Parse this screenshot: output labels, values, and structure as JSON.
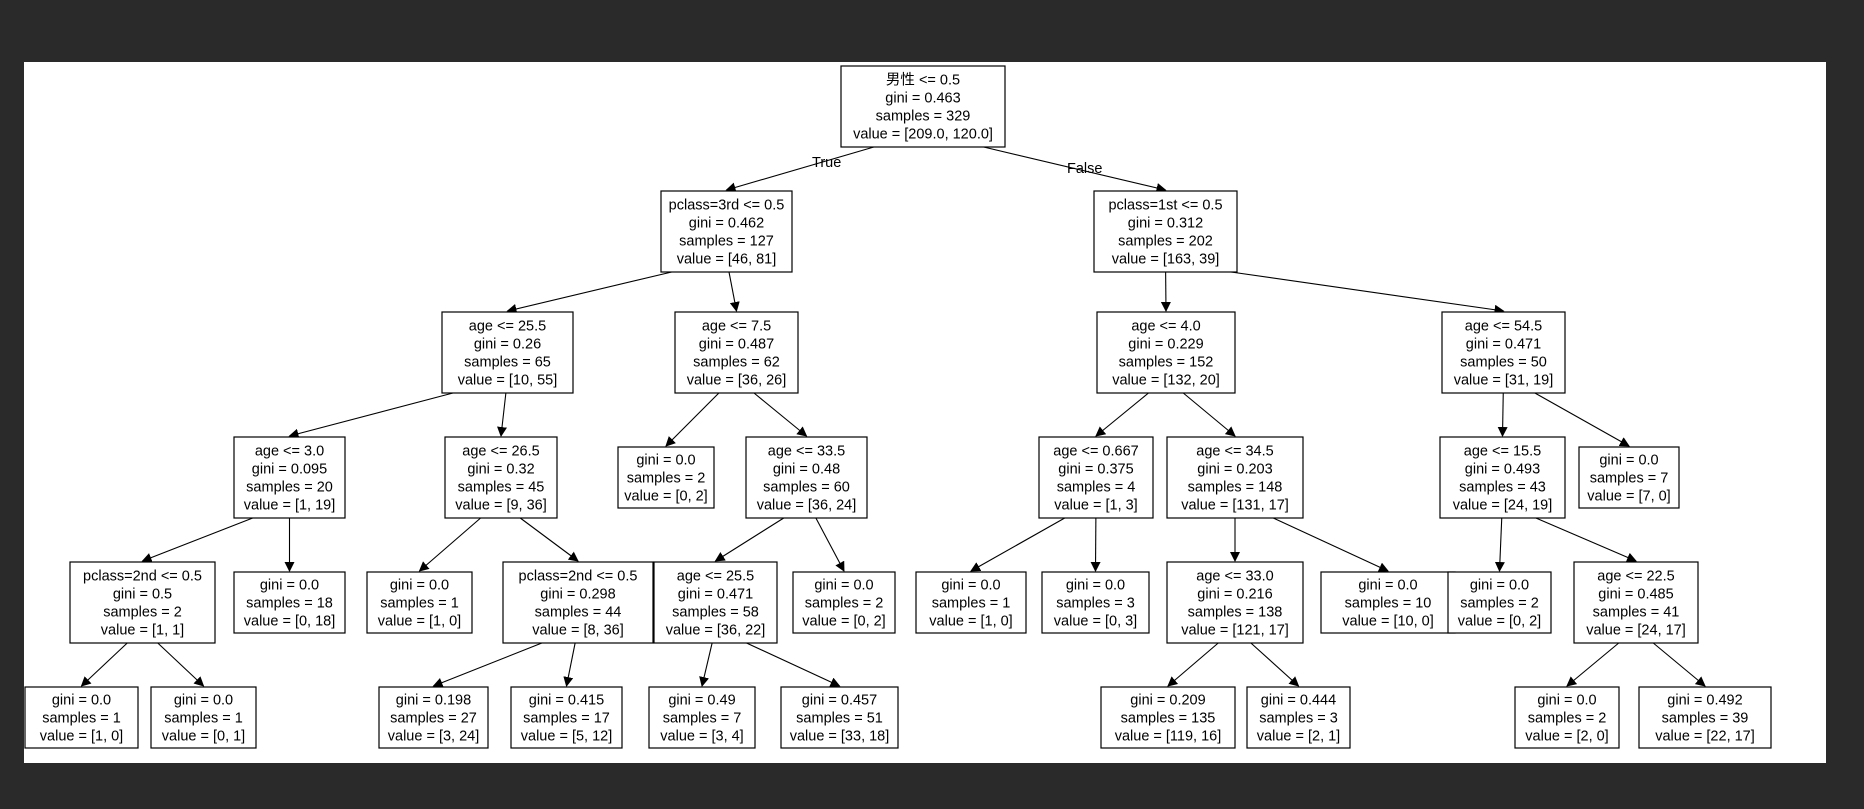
{
  "tree": {
    "colors": {
      "background": "#2a2a2a",
      "canvas": "#ffffff",
      "stroke": "#000000"
    },
    "edge_labels": {
      "true": "True",
      "false": "False"
    },
    "nodes": [
      {
        "id": "n0",
        "lines": [
          "男性 <= 0.5",
          "gini = 0.463",
          "samples = 329",
          "value = [209.0, 120.0]"
        ]
      },
      {
        "id": "n1",
        "lines": [
          "pclass=3rd <= 0.5",
          "gini = 0.462",
          "samples = 127",
          "value = [46, 81]"
        ]
      },
      {
        "id": "n2",
        "lines": [
          "pclass=1st <= 0.5",
          "gini = 0.312",
          "samples = 202",
          "value = [163, 39]"
        ]
      },
      {
        "id": "n3",
        "lines": [
          "age <= 25.5",
          "gini = 0.26",
          "samples = 65",
          "value = [10, 55]"
        ]
      },
      {
        "id": "n4",
        "lines": [
          "age <= 7.5",
          "gini = 0.487",
          "samples = 62",
          "value = [36, 26]"
        ]
      },
      {
        "id": "n5",
        "lines": [
          "age <= 4.0",
          "gini = 0.229",
          "samples = 152",
          "value = [132, 20]"
        ]
      },
      {
        "id": "n6",
        "lines": [
          "age <= 54.5",
          "gini = 0.471",
          "samples = 50",
          "value = [31, 19]"
        ]
      },
      {
        "id": "n7",
        "lines": [
          "age <= 3.0",
          "gini = 0.095",
          "samples = 20",
          "value = [1, 19]"
        ]
      },
      {
        "id": "n8",
        "lines": [
          "age <= 26.5",
          "gini = 0.32",
          "samples = 45",
          "value = [9, 36]"
        ]
      },
      {
        "id": "n9",
        "lines": [
          "gini = 0.0",
          "samples = 2",
          "value = [0, 2]"
        ]
      },
      {
        "id": "n10",
        "lines": [
          "age <= 33.5",
          "gini = 0.48",
          "samples = 60",
          "value = [36, 24]"
        ]
      },
      {
        "id": "n11",
        "lines": [
          "age <= 0.667",
          "gini = 0.375",
          "samples = 4",
          "value = [1, 3]"
        ]
      },
      {
        "id": "n12",
        "lines": [
          "age <= 34.5",
          "gini = 0.203",
          "samples = 148",
          "value = [131, 17]"
        ]
      },
      {
        "id": "n13",
        "lines": [
          "age <= 15.5",
          "gini = 0.493",
          "samples = 43",
          "value = [24, 19]"
        ]
      },
      {
        "id": "n14",
        "lines": [
          "gini = 0.0",
          "samples = 7",
          "value = [7, 0]"
        ]
      },
      {
        "id": "n15",
        "lines": [
          "pclass=2nd <= 0.5",
          "gini = 0.5",
          "samples = 2",
          "value = [1, 1]"
        ]
      },
      {
        "id": "n16",
        "lines": [
          "gini = 0.0",
          "samples = 18",
          "value = [0, 18]"
        ]
      },
      {
        "id": "n17",
        "lines": [
          "gini = 0.0",
          "samples = 1",
          "value = [1, 0]"
        ]
      },
      {
        "id": "n18",
        "lines": [
          "pclass=2nd <= 0.5",
          "gini = 0.298",
          "samples = 44",
          "value = [8, 36]"
        ]
      },
      {
        "id": "n19",
        "lines": [
          "age <= 25.5",
          "gini = 0.471",
          "samples = 58",
          "value = [36, 22]"
        ]
      },
      {
        "id": "n20",
        "lines": [
          "gini = 0.0",
          "samples = 2",
          "value = [0, 2]"
        ]
      },
      {
        "id": "n21",
        "lines": [
          "gini = 0.0",
          "samples = 1",
          "value = [1, 0]"
        ]
      },
      {
        "id": "n22",
        "lines": [
          "gini = 0.0",
          "samples = 3",
          "value = [0, 3]"
        ]
      },
      {
        "id": "n23",
        "lines": [
          "age <= 33.0",
          "gini = 0.216",
          "samples = 138",
          "value = [121, 17]"
        ]
      },
      {
        "id": "n24",
        "lines": [
          "gini = 0.0",
          "samples = 10",
          "value = [10, 0]"
        ]
      },
      {
        "id": "n25",
        "lines": [
          "gini = 0.0",
          "samples = 2",
          "value = [0, 2]"
        ]
      },
      {
        "id": "n26",
        "lines": [
          "age <= 22.5",
          "gini = 0.485",
          "samples = 41",
          "value = [24, 17]"
        ]
      },
      {
        "id": "n27",
        "lines": [
          "gini = 0.0",
          "samples = 1",
          "value = [1, 0]"
        ]
      },
      {
        "id": "n28",
        "lines": [
          "gini = 0.0",
          "samples = 1",
          "value = [0, 1]"
        ]
      },
      {
        "id": "n29",
        "lines": [
          "gini = 0.198",
          "samples = 27",
          "value = [3, 24]"
        ]
      },
      {
        "id": "n30",
        "lines": [
          "gini = 0.415",
          "samples = 17",
          "value = [5, 12]"
        ]
      },
      {
        "id": "n31",
        "lines": [
          "gini = 0.49",
          "samples = 7",
          "value = [3, 4]"
        ]
      },
      {
        "id": "n32",
        "lines": [
          "gini = 0.457",
          "samples = 51",
          "value = [33, 18]"
        ]
      },
      {
        "id": "n33",
        "lines": [
          "gini = 0.209",
          "samples = 135",
          "value = [119, 16]"
        ]
      },
      {
        "id": "n34",
        "lines": [
          "gini = 0.444",
          "samples = 3",
          "value = [2, 1]"
        ]
      },
      {
        "id": "n35",
        "lines": [
          "gini = 0.0",
          "samples = 2",
          "value = [2, 0]"
        ]
      },
      {
        "id": "n36",
        "lines": [
          "gini = 0.492",
          "samples = 39",
          "value = [22, 17]"
        ]
      }
    ],
    "edges": [
      [
        "n0",
        "n1"
      ],
      [
        "n0",
        "n2"
      ],
      [
        "n1",
        "n3"
      ],
      [
        "n1",
        "n4"
      ],
      [
        "n2",
        "n5"
      ],
      [
        "n2",
        "n6"
      ],
      [
        "n3",
        "n7"
      ],
      [
        "n3",
        "n8"
      ],
      [
        "n4",
        "n9"
      ],
      [
        "n4",
        "n10"
      ],
      [
        "n5",
        "n11"
      ],
      [
        "n5",
        "n12"
      ],
      [
        "n6",
        "n13"
      ],
      [
        "n6",
        "n14"
      ],
      [
        "n7",
        "n15"
      ],
      [
        "n7",
        "n16"
      ],
      [
        "n8",
        "n17"
      ],
      [
        "n8",
        "n18"
      ],
      [
        "n10",
        "n19"
      ],
      [
        "n10",
        "n20"
      ],
      [
        "n11",
        "n21"
      ],
      [
        "n11",
        "n22"
      ],
      [
        "n12",
        "n23"
      ],
      [
        "n12",
        "n24"
      ],
      [
        "n13",
        "n25"
      ],
      [
        "n13",
        "n26"
      ],
      [
        "n15",
        "n27"
      ],
      [
        "n15",
        "n28"
      ],
      [
        "n18",
        "n29"
      ],
      [
        "n18",
        "n30"
      ],
      [
        "n19",
        "n31"
      ],
      [
        "n19",
        "n32"
      ],
      [
        "n23",
        "n33"
      ],
      [
        "n23",
        "n34"
      ],
      [
        "n26",
        "n35"
      ],
      [
        "n26",
        "n36"
      ]
    ]
  }
}
